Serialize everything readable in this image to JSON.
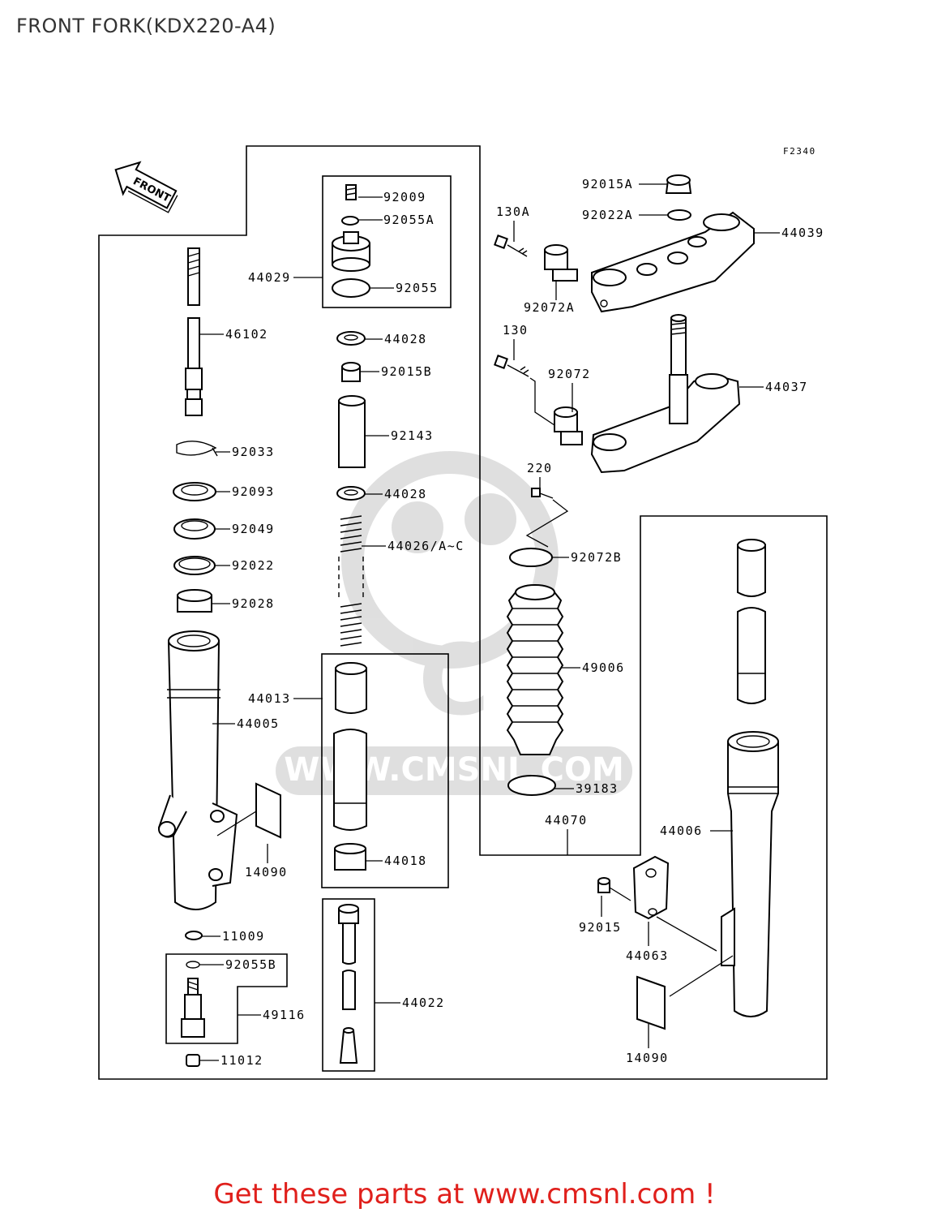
{
  "title": "FRONT FORK(KDX220-A4)",
  "diagram_code": "F2340",
  "front_label": "FRONT",
  "watermark": "WWW.CMSNL.COM",
  "footer": "Get these parts at www.cmsnl.com !",
  "parts": {
    "p92009": "92009",
    "p92055A": "92055A",
    "p44029": "44029",
    "p92055": "92055",
    "p44028a": "44028",
    "p92015B": "92015B",
    "p92143": "92143",
    "p44028b": "44028",
    "p44026": "44026/A~C",
    "p46102": "46102",
    "p92033": "92033",
    "p92093": "92093",
    "p92049": "92049",
    "p92022": "92022",
    "p92028": "92028",
    "p44013": "44013",
    "p44005": "44005",
    "p14090a": "14090",
    "p44018": "44018",
    "p11009": "11009",
    "p92055B": "92055B",
    "p49116": "49116",
    "p11012": "11012",
    "p44022": "44022",
    "p92015A": "92015A",
    "p92022A": "92022A",
    "p44039": "44039",
    "p130A": "130A",
    "p92072A": "92072A",
    "p130": "130",
    "p92072": "92072",
    "p44037": "44037",
    "p220": "220",
    "p92072B": "92072B",
    "p49006": "49006",
    "p39183": "39183",
    "p44070": "44070",
    "p44006": "44006",
    "p92015": "92015",
    "p44063": "44063",
    "p14090b": "14090"
  }
}
